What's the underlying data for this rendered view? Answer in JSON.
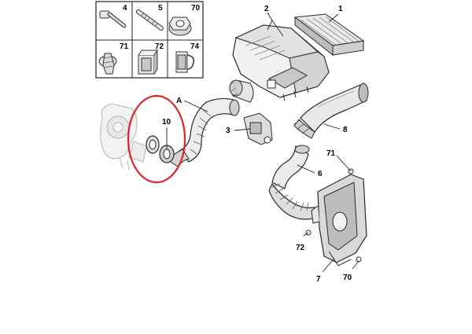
{
  "fasteners_table": {
    "cells": [
      {
        "ref": "4",
        "icon": "screw-icon"
      },
      {
        "ref": "5",
        "icon": "stud-icon"
      },
      {
        "ref": "70",
        "icon": "flange-nut-icon"
      },
      {
        "ref": "71",
        "icon": "self-tapping-screw-icon"
      },
      {
        "ref": "72",
        "icon": "clip-icon"
      },
      {
        "ref": "74",
        "icon": "spring-clip-icon"
      }
    ]
  },
  "callouts": {
    "c1": "1",
    "c2": "2",
    "cA": "A",
    "c3": "3",
    "c8": "8",
    "c10": "10",
    "c71": "71",
    "c6": "6",
    "c72": "72",
    "c7": "7",
    "c70": "70"
  },
  "highlight": {
    "color": "#e0242b",
    "target_ref": "10"
  },
  "colors": {
    "line": "#2a2a2a",
    "part": "#f1f1f1",
    "shade": "#cfcfcf",
    "dark": "#9a9a9a"
  }
}
